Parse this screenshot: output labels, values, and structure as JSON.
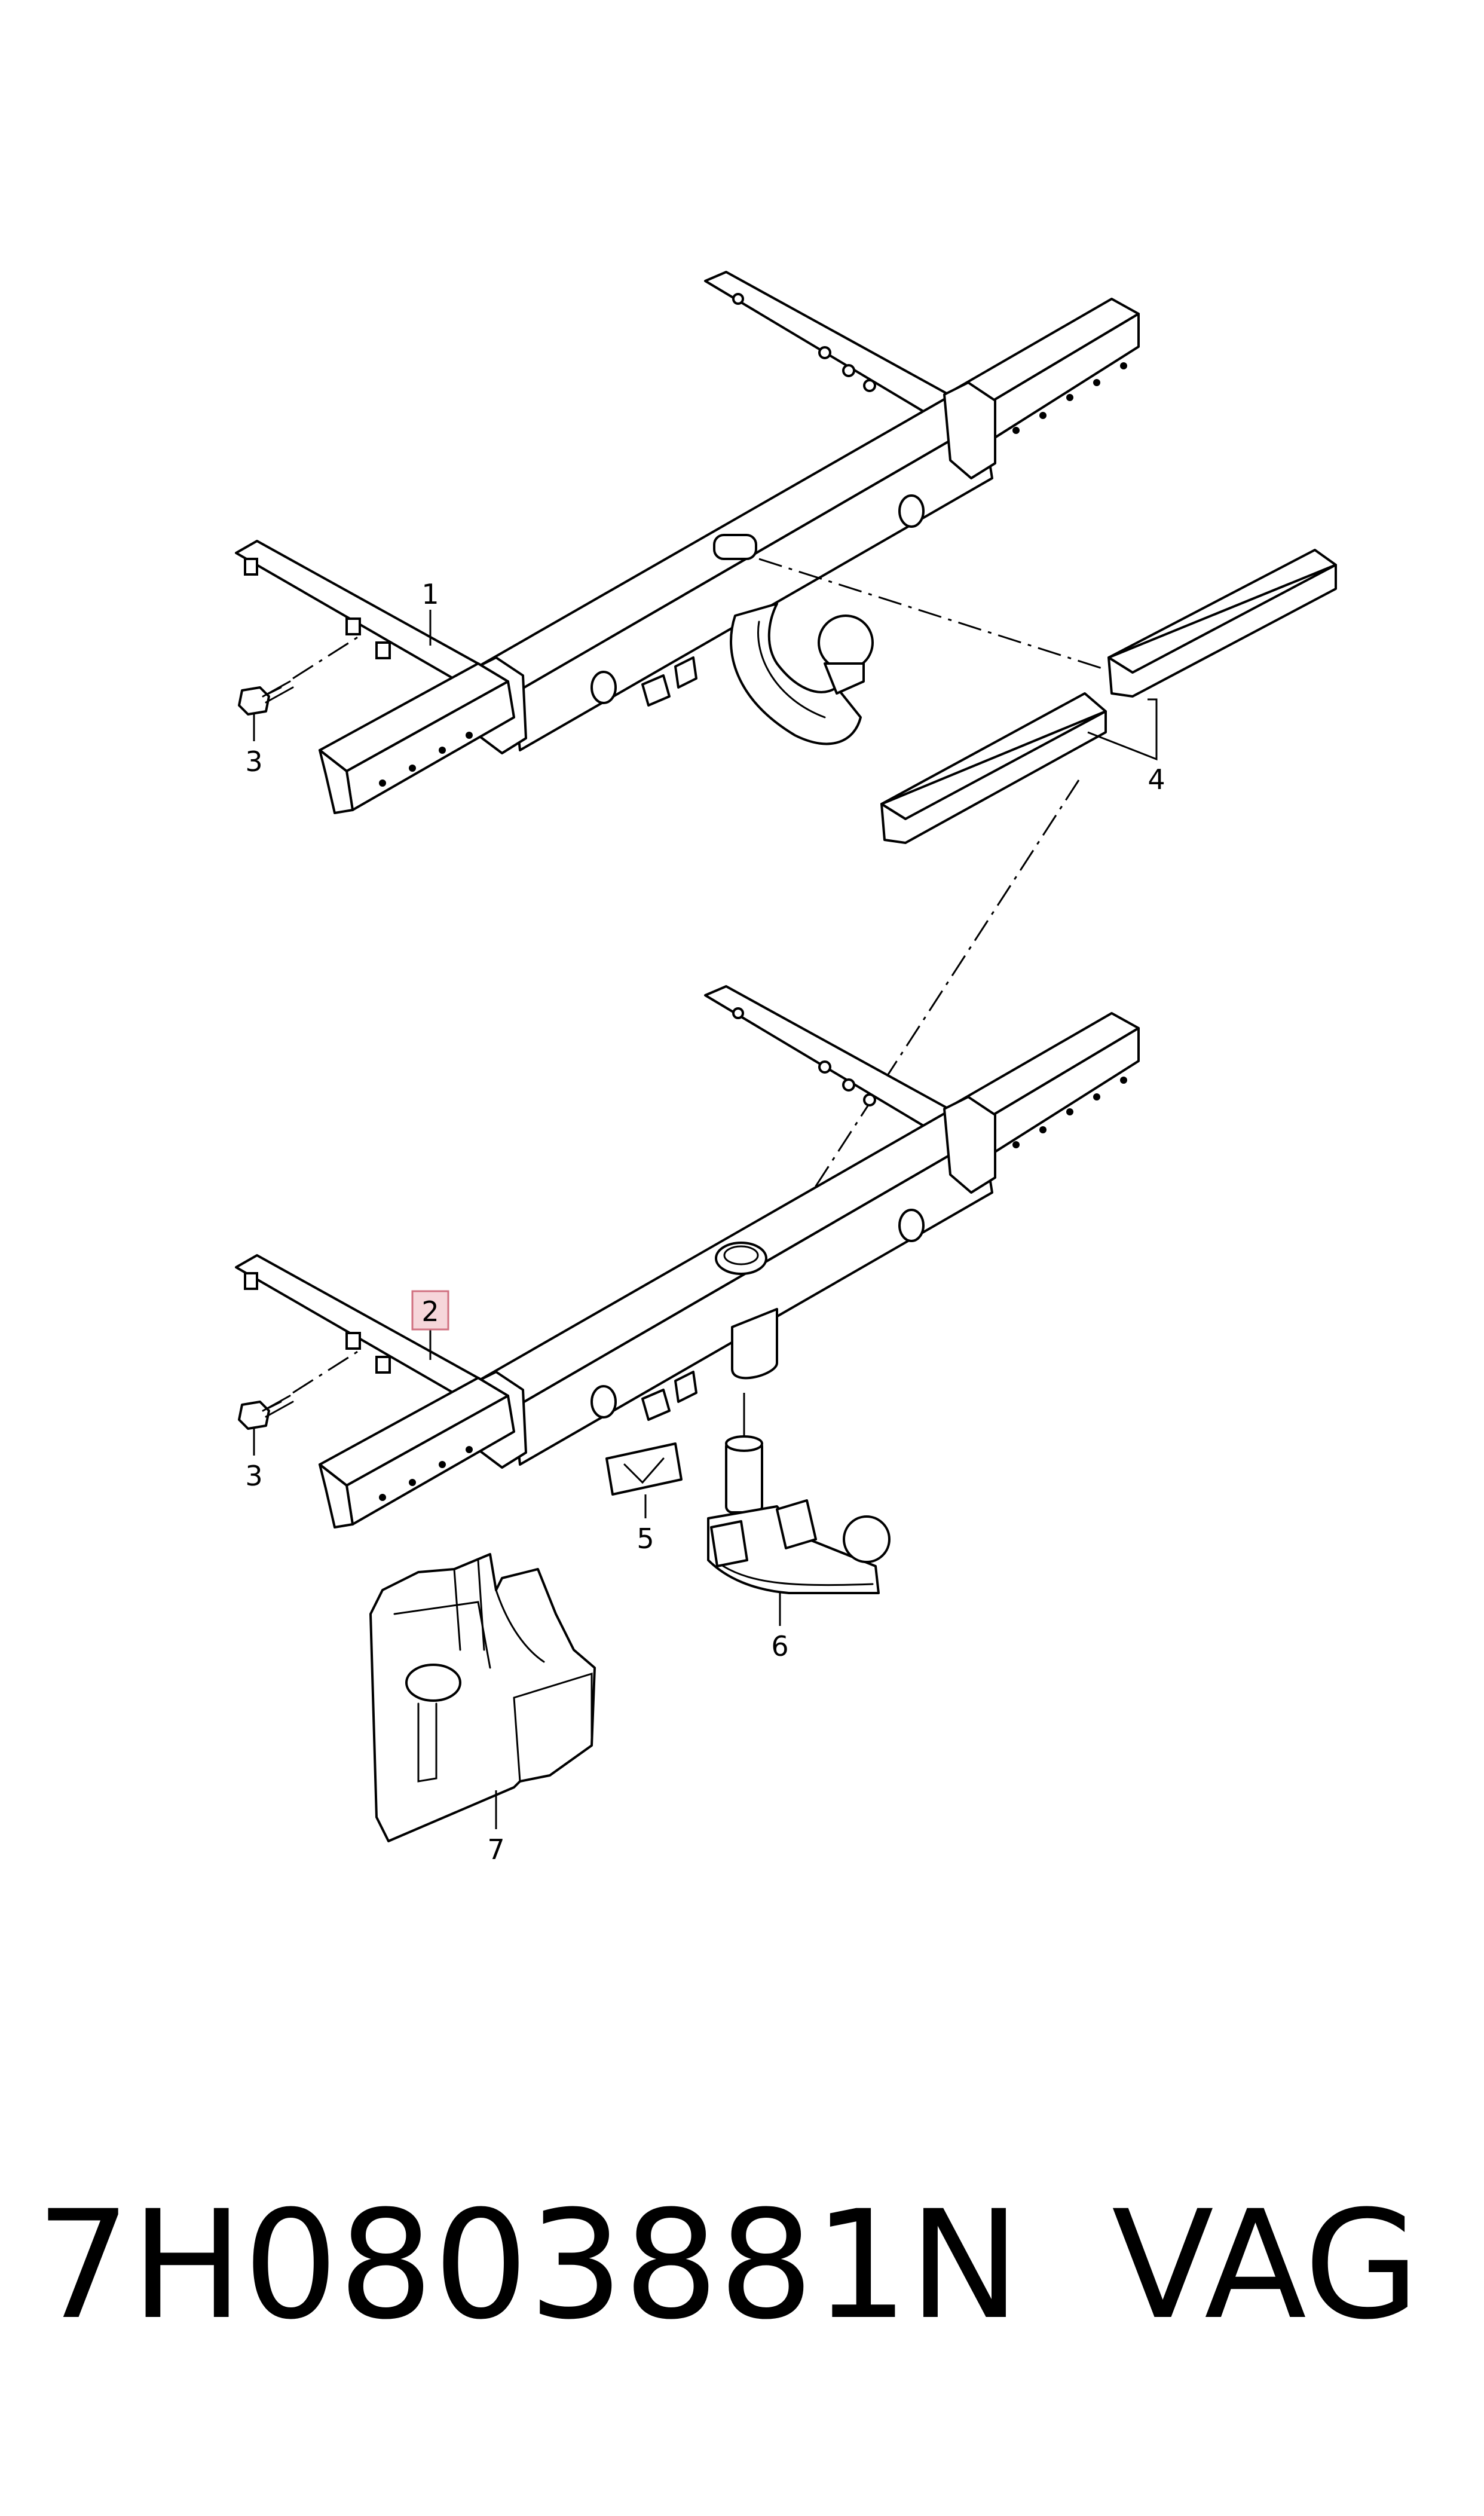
{
  "callouts": [
    "1",
    "2",
    "3",
    "3",
    "4",
    "5",
    "6",
    "7"
  ],
  "highlighted_callout": "2",
  "footer": {
    "part_number": "7H0803881N",
    "brand": "VAG"
  },
  "colors": {
    "line": "#000000",
    "background": "#ffffff",
    "highlight_fill": "#f6d6da",
    "highlight_border": "#d07080"
  }
}
